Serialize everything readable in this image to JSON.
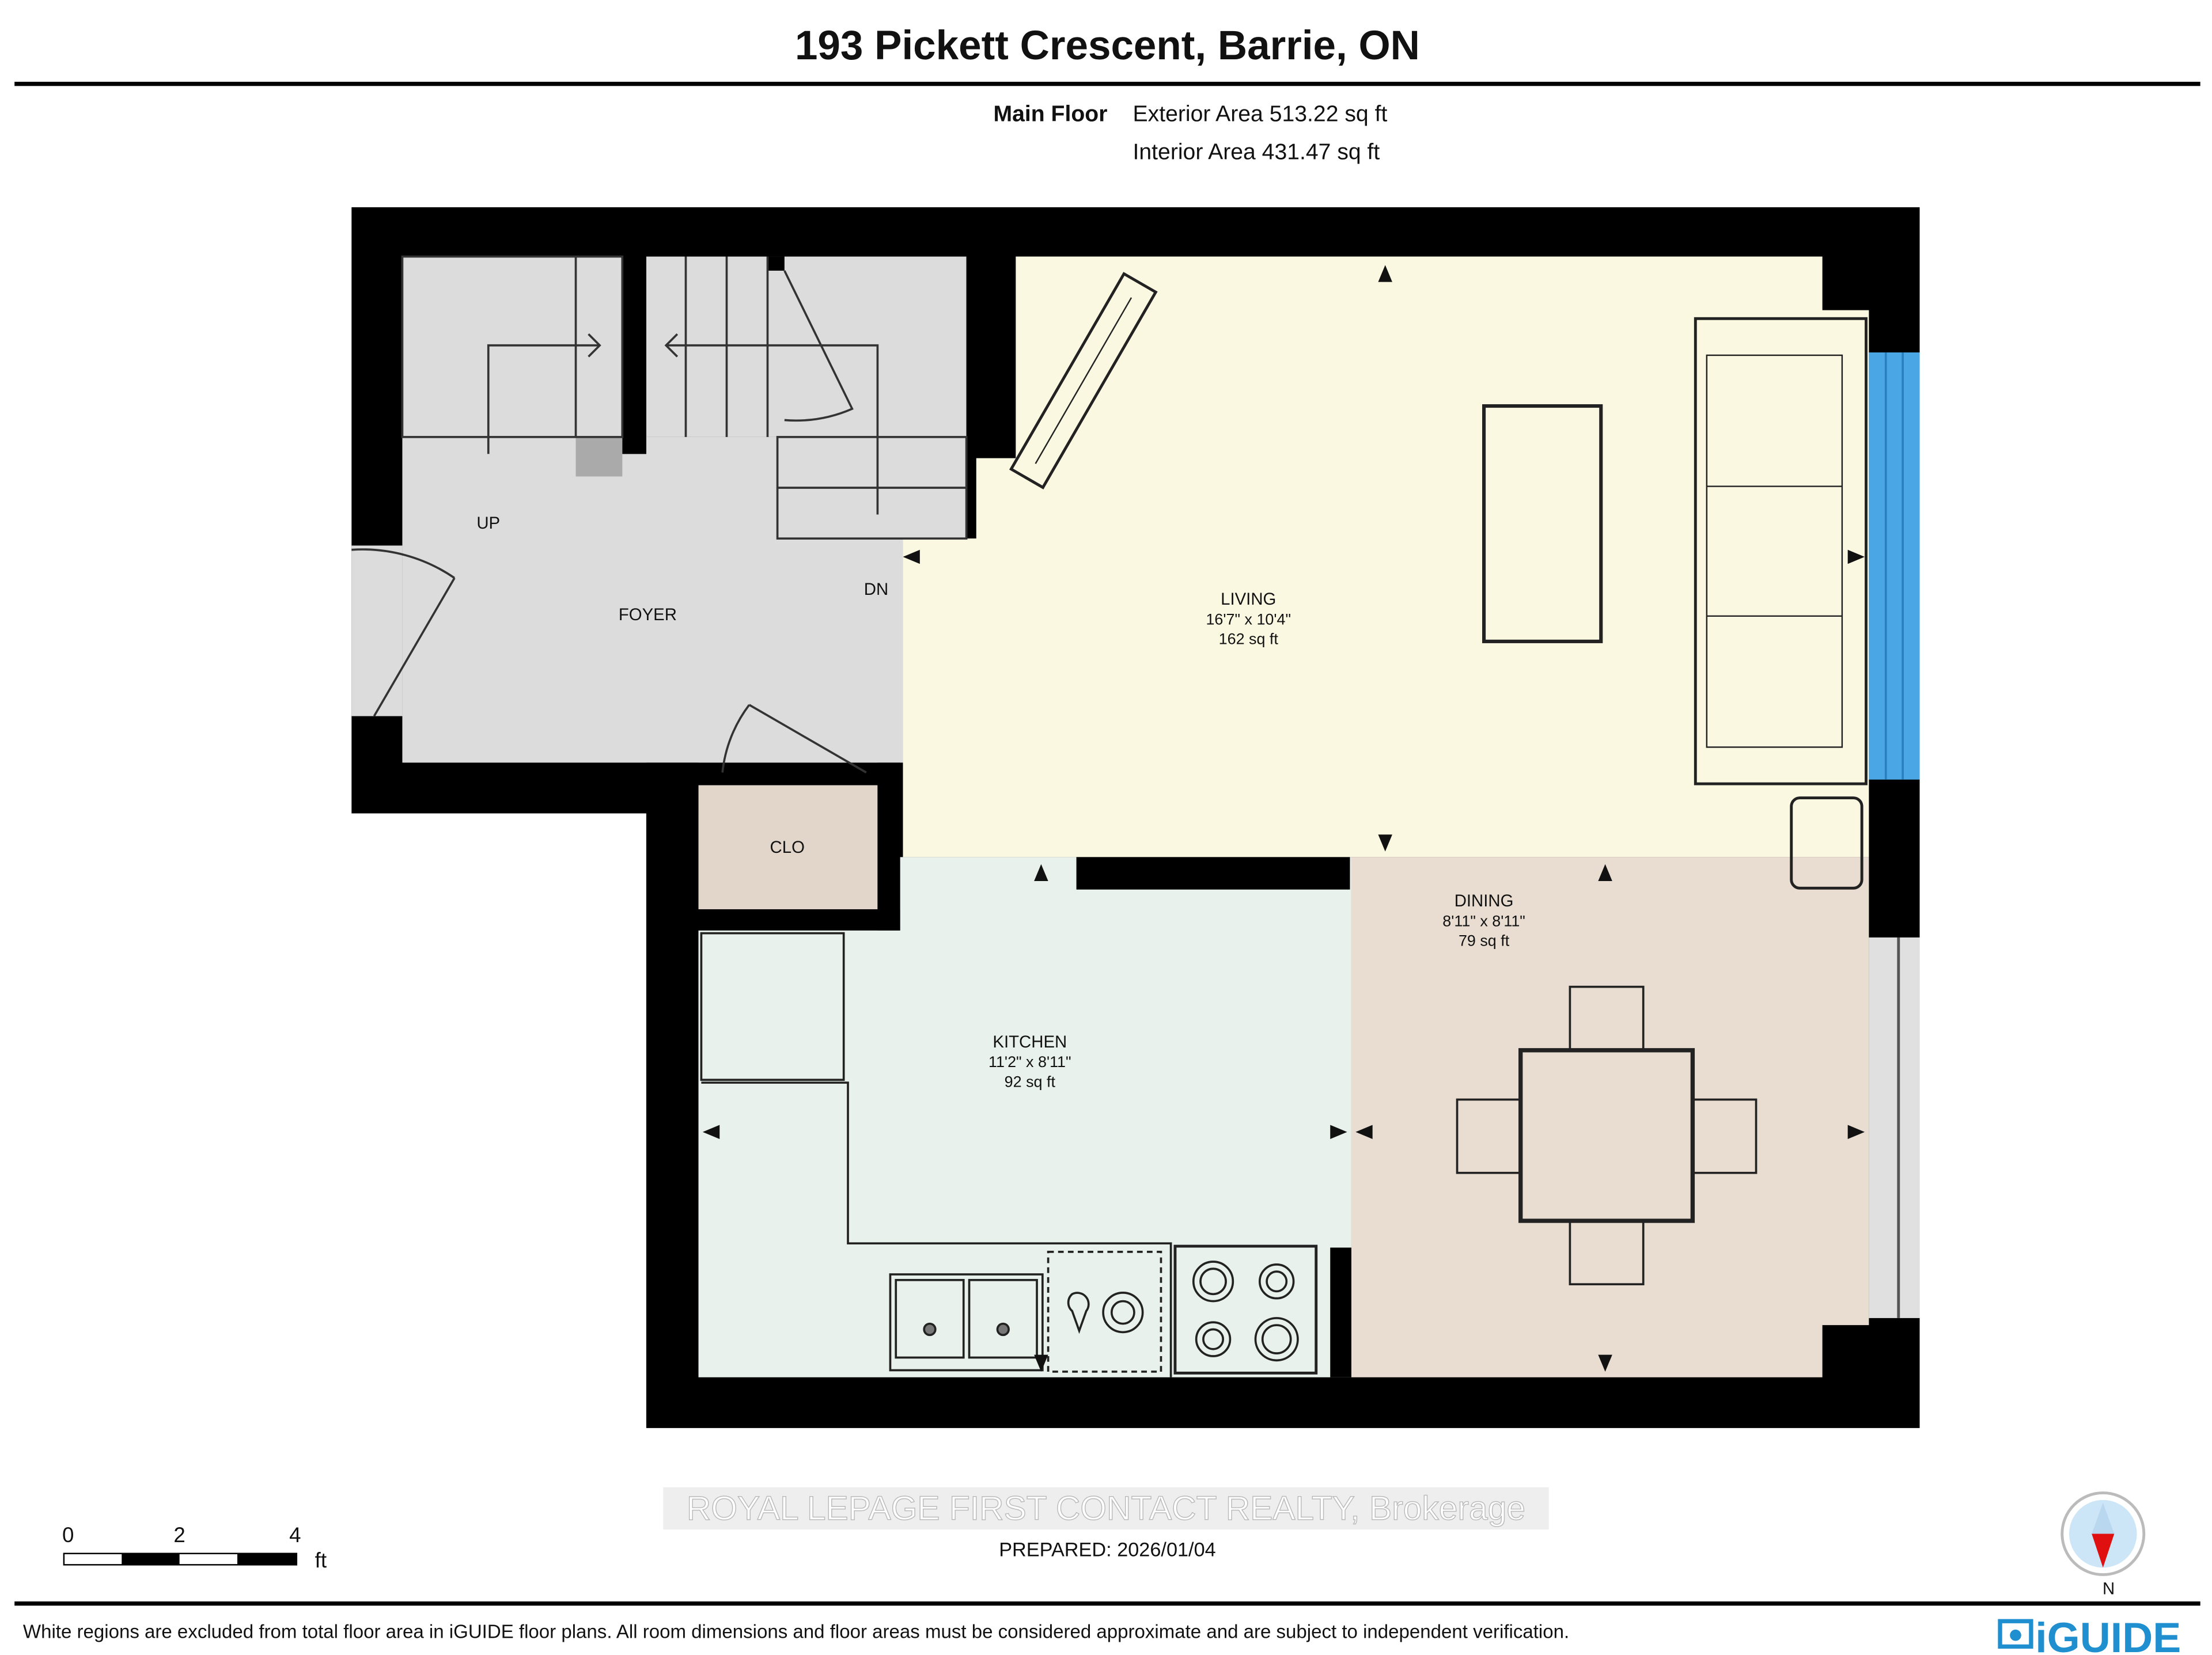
{
  "header": {
    "title": "193 Pickett Crescent, Barrie, ON"
  },
  "floor_summary": {
    "floor_name": "Main Floor",
    "exterior_area": "Exterior Area 513.22 sq ft",
    "interior_area": "Interior Area 431.47 sq ft"
  },
  "rooms": {
    "foyer": {
      "name": "FOYER"
    },
    "up": "UP",
    "dn": "DN",
    "clo": {
      "name": "CLO"
    },
    "living": {
      "name": "LIVING",
      "dims": "16'7\" x 10'4\"",
      "area": "162 sq ft"
    },
    "dining": {
      "name": "DINING",
      "dims": "8'11\" x 8'11\"",
      "area": "79 sq ft"
    },
    "kitchen": {
      "name": "KITCHEN",
      "dims": "11'2\" x 8'11\"",
      "area": "92 sq ft"
    }
  },
  "scale_bar": {
    "ticks": [
      "0",
      "2",
      "4"
    ],
    "unit": "ft"
  },
  "watermark": "ROYAL LEPAGE FIRST CONTACT REALTY, Brokerage",
  "prepared": "PREPARED: 2026/01/04",
  "compass": {
    "label": "N"
  },
  "footer": {
    "disclaimer": "White regions are excluded from total floor area in iGUIDE floor plans. All room dimensions and floor areas must be considered approximate and are subject to independent verification.",
    "logo": "iGUIDE"
  },
  "colors": {
    "wall": "#000000",
    "foyer": "#dcdcdc",
    "living": "#fbf8e2",
    "kitchen": "#e8f1ec",
    "dining": "#e8ddd0",
    "closet": "#e2d6ca",
    "window": "#4aa6e4",
    "logo": "#1f8fd0"
  }
}
